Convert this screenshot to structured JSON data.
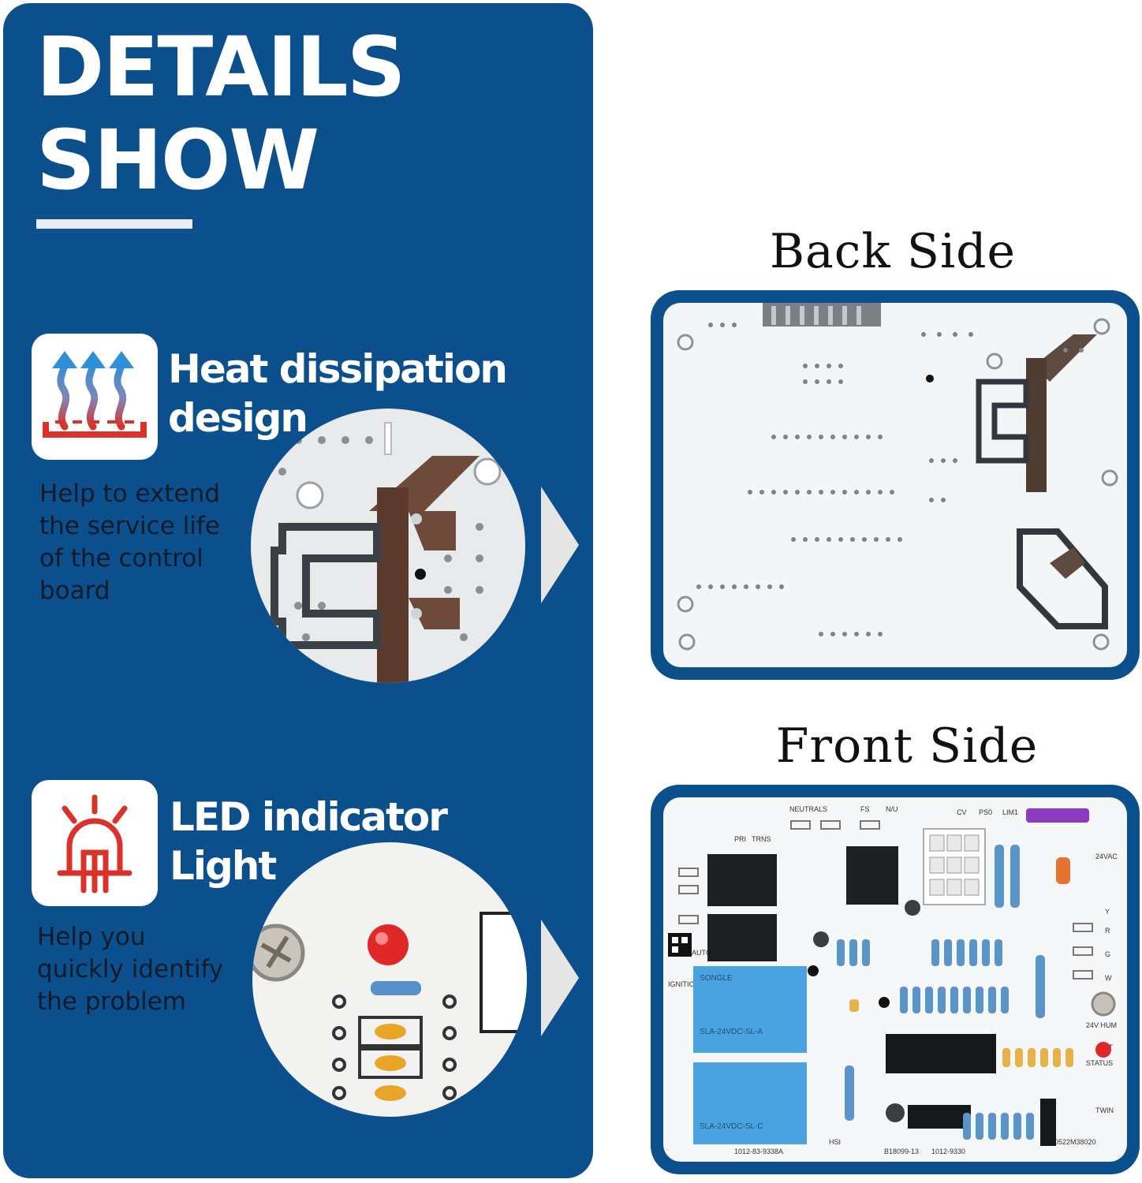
{
  "header": {
    "title_line1": "DETAILS",
    "title_line2": "SHOW"
  },
  "features": [
    {
      "icon": "heat-dissipation-icon",
      "title_line1": "Heat dissipation",
      "title_line2": "design",
      "desc": [
        "Help to extend",
        "the service life",
        "of the control",
        "board"
      ]
    },
    {
      "icon": "led-indicator-icon",
      "title_line1": "LED indicator",
      "title_line2": "Light",
      "desc": [
        "Help you",
        "quickly identify",
        "the problem"
      ]
    }
  ],
  "back": {
    "label": "Back Side"
  },
  "front": {
    "label": "Front Side",
    "silkscreen": [
      "NEUTRALS",
      "PRI",
      "TRNS",
      "FS",
      "N/U",
      "LIM1",
      "PS0",
      "CV",
      "24V HUM",
      "STATUS",
      "HSI",
      "AUTO",
      "IGNITION",
      "TWIN",
      "R",
      "G",
      "W",
      "Y",
      "24VAC",
      "1012-83-9338A",
      "1012-9330",
      "B18099-13",
      "0522M38020",
      "ANT"
    ],
    "relays": [
      "SONGLE",
      "SLA-24VDC-SL-A",
      "SLA-24VDC-SL-C"
    ]
  },
  "colors": {
    "panel": "#0c4f8d",
    "title": "#ffffff",
    "icon_red": "#d9322b",
    "icon_blue": "#2f8fd8",
    "relay_blue": "#4aa3e0",
    "led_red": "#e02828"
  }
}
